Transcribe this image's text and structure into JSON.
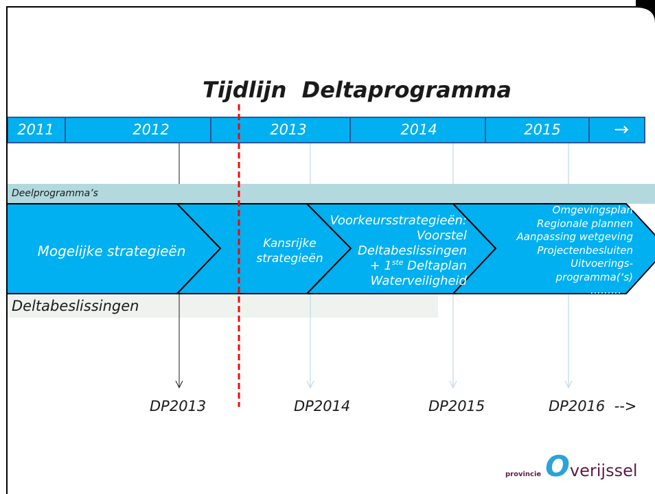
{
  "slide": {
    "title": "Tijdlijn  Deltaprogramma"
  },
  "timeline": {
    "years": [
      "2011",
      "2012",
      "2013",
      "2014",
      "2015"
    ],
    "continue_arrow": "→",
    "continue_arrow_icon": "arrow-right-icon"
  },
  "deelprogrammas": {
    "label": "Deelprogramma’s"
  },
  "phases": [
    {
      "lines": [
        "Mogelijke strategieën"
      ]
    },
    {
      "lines": [
        "Kansrijke",
        "strategieën"
      ]
    },
    {
      "lines": [
        "Voorkeursstrategieën:",
        "Voorstel",
        "Deltabeslissingen",
        {
          "text": "+ 1",
          "sup": "ste",
          "tail": " Deltaplan"
        },
        "Waterveiligheid"
      ]
    },
    {
      "lines": [
        "Omgevingsplan",
        "Regionale plannen",
        "Aanpassing wetgeving",
        "Projectenbesluiten",
        "Uitvoerings-",
        "programma(‘s)",
        "………"
      ]
    }
  ],
  "deltabeslissingen": {
    "label": "Deltabeslissingen"
  },
  "milestones": [
    "DP2013",
    "DP2014",
    "DP2015",
    "DP2016  -->"
  ],
  "logo": {
    "prefix": "provincie",
    "name": "Overijssel"
  },
  "colors": {
    "timeline-fill": "#00B0F0",
    "timeline-border": "#2F5597",
    "chevron-fill": "#00B0F0",
    "chevron-outline": "#000000",
    "deelprogramma-bar": "#B3D9DF",
    "deltabeslissingen-bar": "#EEF3F0",
    "milestone-line": "#1A1A1A",
    "milestone-line-light": "#BCDCE5",
    "cutoff-line": "#FF0000",
    "logo-text": "#5E1B46",
    "logo-wave": "#2AA3DC"
  }
}
